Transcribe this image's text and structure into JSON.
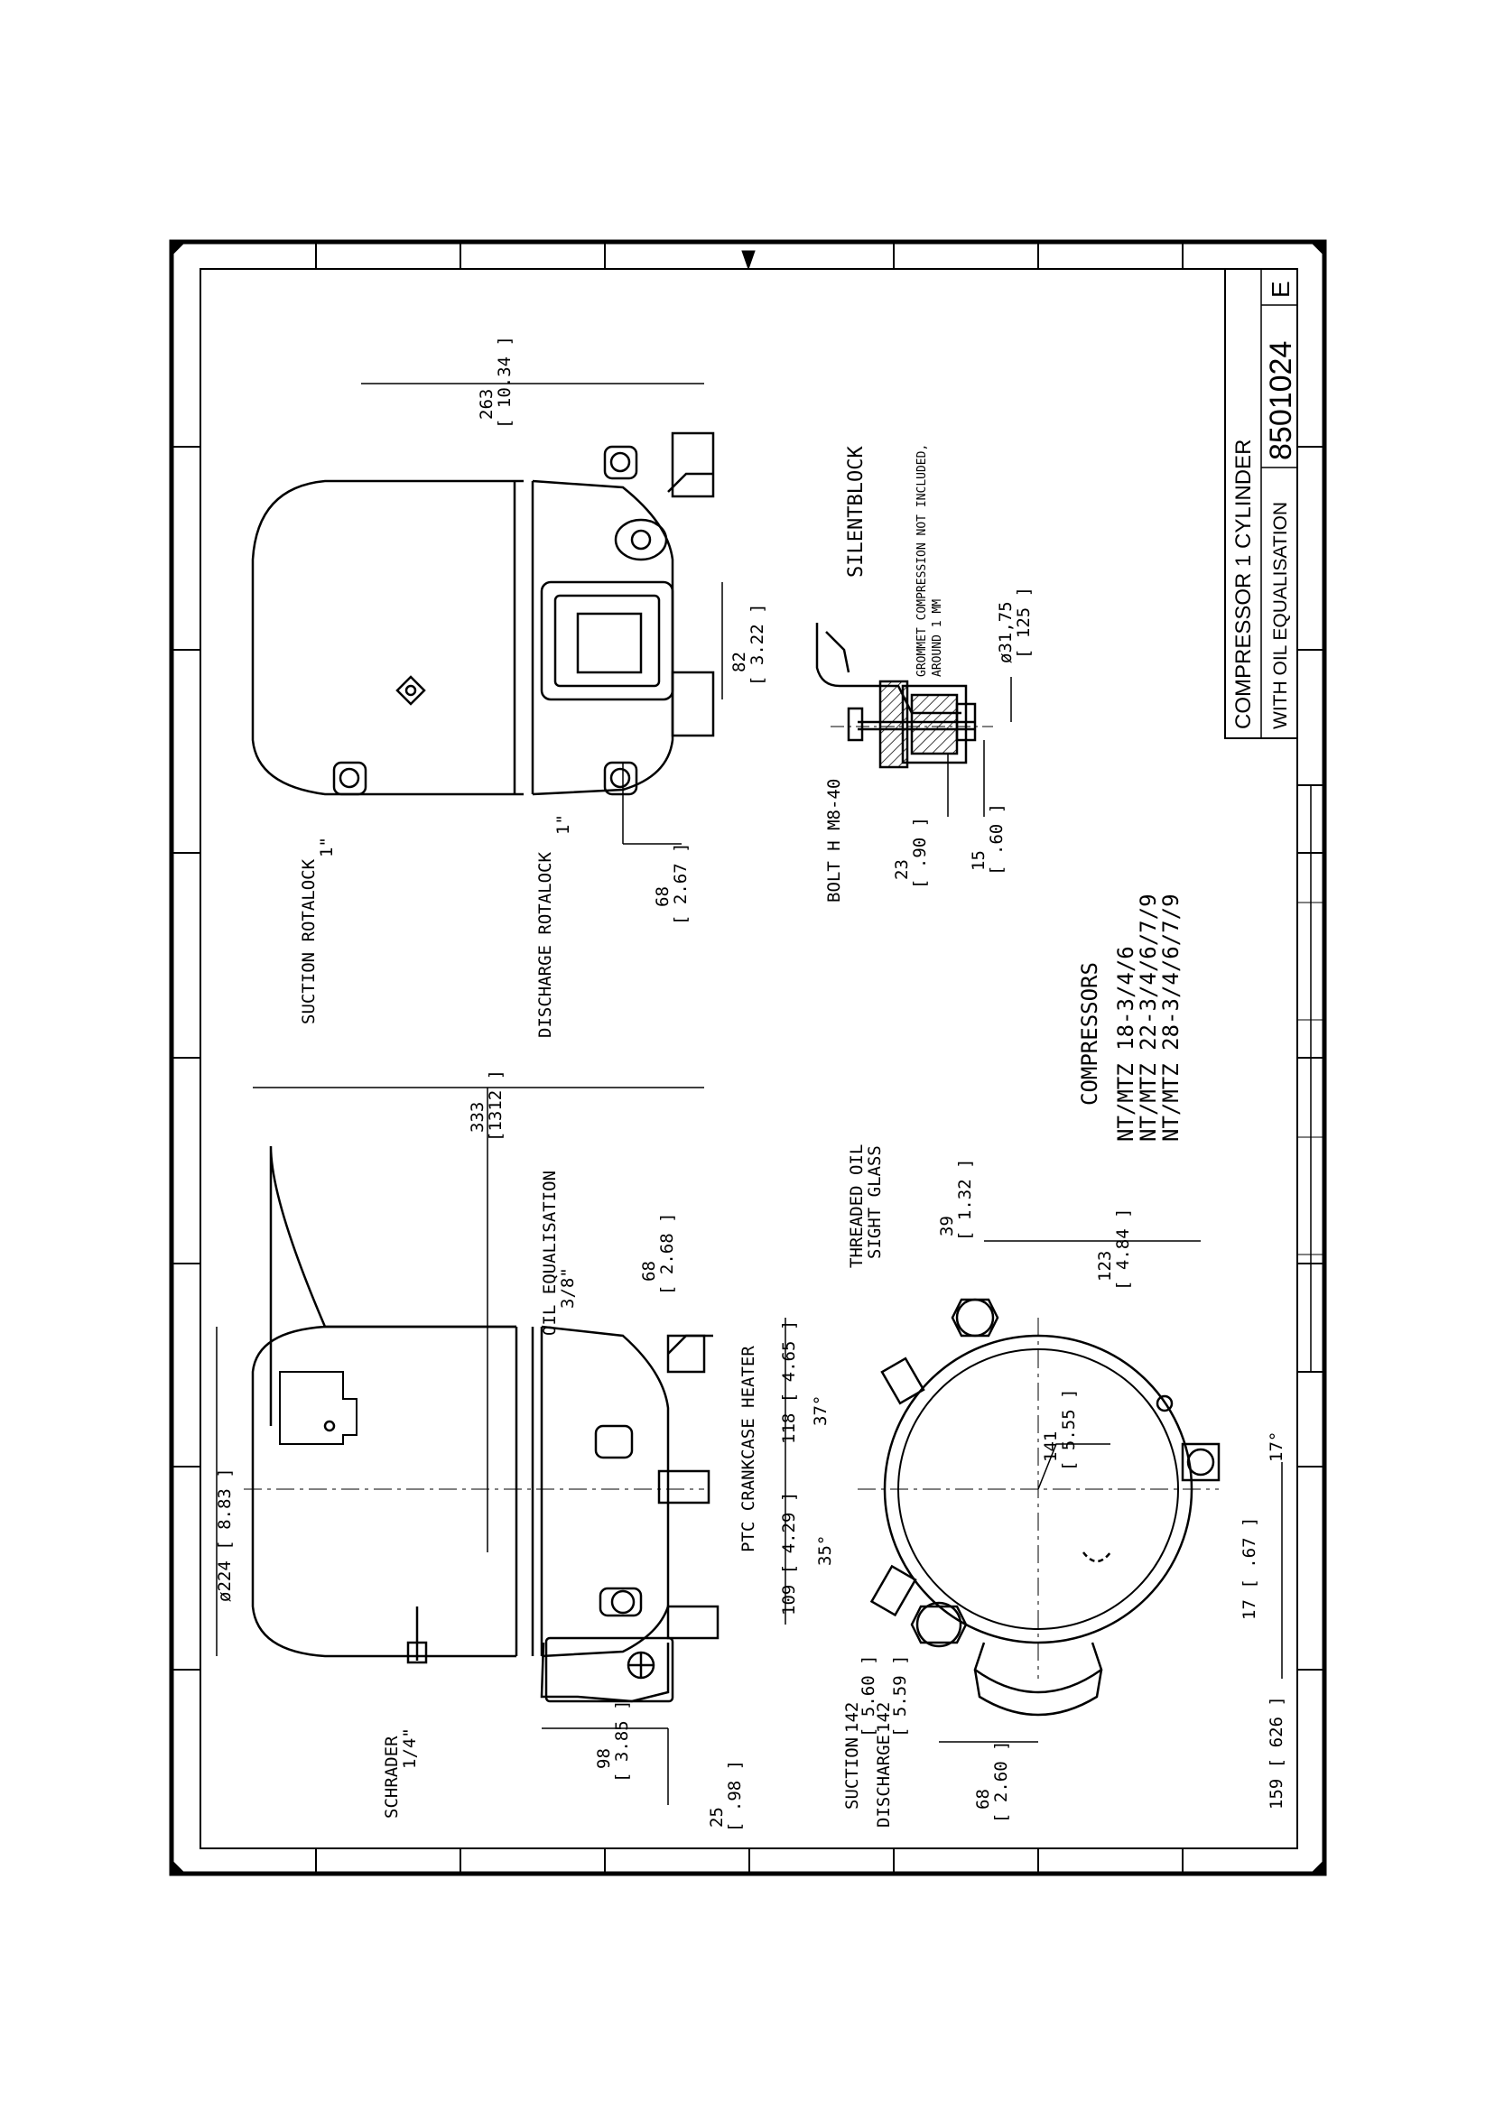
{
  "labels": {
    "schrader": "SCHRADER",
    "schrader_size": "1/4\"",
    "dia224": "ø224 [ 8.83 ]",
    "dim333": "333",
    "dim333in": "[1312 ]",
    "oil_eq": "OIL EQUALISATION",
    "oil_eq_size": "3/8\"",
    "dim68a": "68",
    "dim68a_in": "[ 2.68 ]",
    "ptc": "PTC CRANKCASE HEATER",
    "dim98": "98",
    "dim98in": "[ 3.85 ]",
    "dim25": "25",
    "dim25in": "[ .98 ]",
    "suction_rl": "SUCTION ROTALOCK",
    "suction_rl_size": "1\"",
    "discharge_rl": "DISCHARGE ROTALOCK",
    "discharge_rl_size": "1\"",
    "dim263": "263",
    "dim263in": "[ 10.34 ]",
    "dim82": "82",
    "dim82in": "[ 3.22 ]",
    "dim68b": "68",
    "dim68b_in": "[ 2.67 ]",
    "silentblock": "SILENTBLOCK",
    "grommet1": "GROMMET COMPRESSION NOT INCLUDED,",
    "grommet2": "AROUND 1 MM",
    "bolt": "BOLT H M8-40",
    "dim23": "23",
    "dim23in": "[ .90 ]",
    "dim15": "15",
    "dim15in": "[ .60 ]",
    "dia3175": "ø31,75",
    "dia3175in": "[ 125 ]",
    "compressors": "COMPRESSORS",
    "model1": "NT/MTZ 18-3/4/6",
    "model2": "NT/MTZ 22-3/4/6/7/9",
    "model3": "NT/MTZ 28-3/4/6/7/9",
    "threaded1": "THREADED OIL",
    "threaded2": "SIGHT GLASS",
    "dim39": "39",
    "dim39in": "[ 1.32 ]",
    "dim123": "123",
    "dim123in": "[ 4.84 ]",
    "dim141": "141",
    "dim141in": "[ 5.55 ]",
    "dim109": "109 [ 4.29 ]",
    "dim118": "118 [ 4.65 ]",
    "ang37": "37°",
    "ang35": "35°",
    "suction": "SUCTION",
    "discharge": "DISCHARGE",
    "dim142a": "142",
    "dim142a_in": "[ 5.60 ]",
    "dim142b": "142",
    "dim142b_in": "[ 5.59 ]",
    "dim68c": "68",
    "dim68c_in": "[ 2.60 ]",
    "dim17": "17 [ .67 ]",
    "dim159": "159 [ 626 ]",
    "ang17": "17°"
  },
  "title_block": {
    "title1": "COMPRESSOR 1 CYLINDER",
    "title2": "WITH OIL EQUALISATION",
    "drawing_no": "8501024",
    "revision": "E"
  }
}
